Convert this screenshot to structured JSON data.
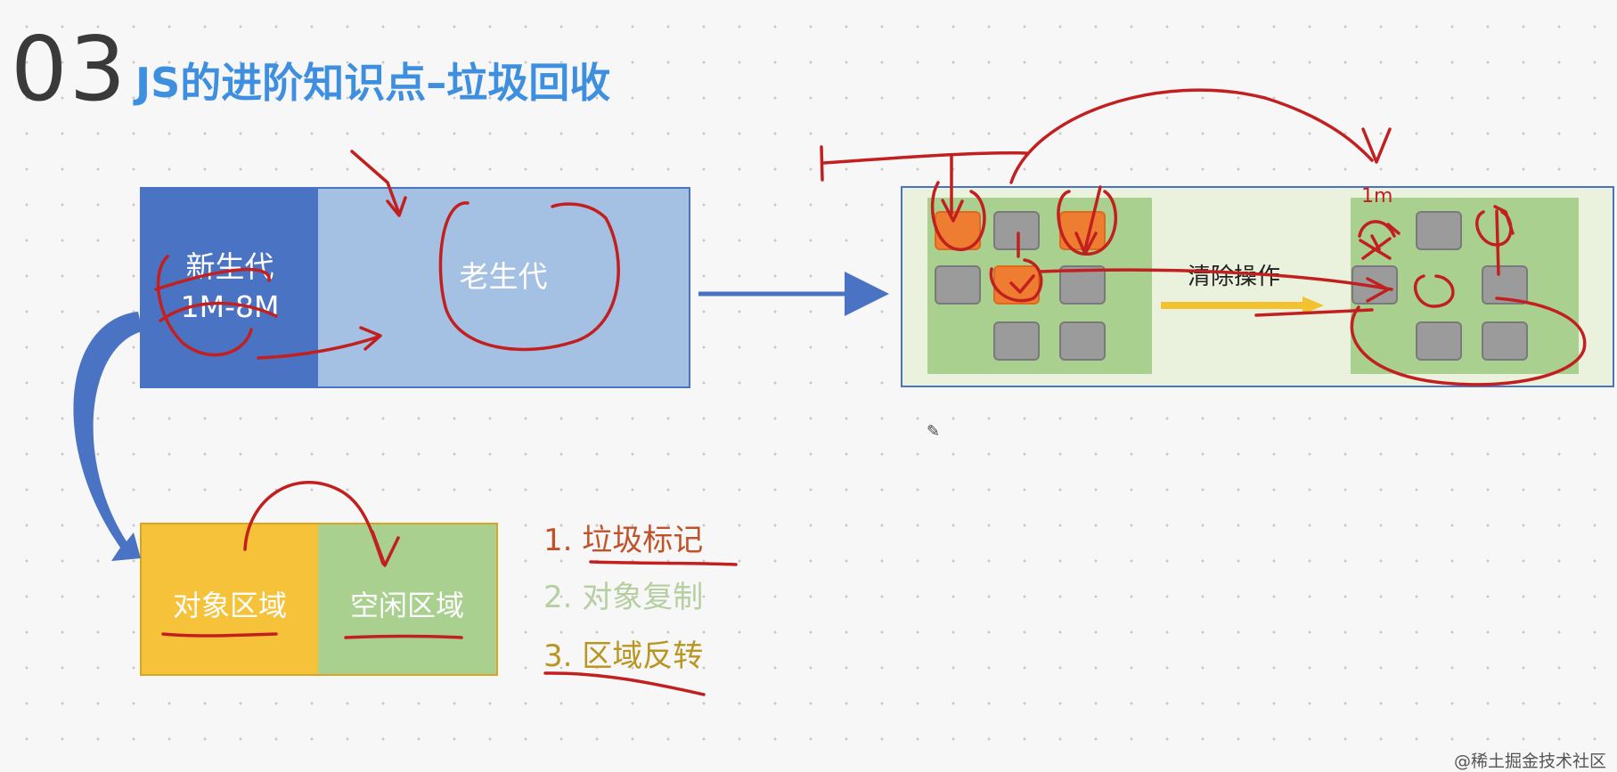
{
  "header": {
    "number": "03",
    "title": "JS的进阶知识点–垃圾回收"
  },
  "heap": {
    "new_gen_label": "新生代",
    "new_gen_size": "1M-8M",
    "old_gen_label": "老生代"
  },
  "young_space": {
    "object_area": "对象区域",
    "free_area": "空闲区域"
  },
  "steps": [
    {
      "label": "1.  垃圾标记",
      "color": "#c0532a"
    },
    {
      "label": "2.  对象复制",
      "color": "#b5cfa0"
    },
    {
      "label": "3.  区域反转",
      "color": "#b99622"
    }
  ],
  "cleanup": {
    "action_label": "清除操作",
    "before_cells": [
      "orange",
      "gray",
      "orange",
      "gray",
      "orange",
      "gray",
      "gray",
      "gray"
    ],
    "after_cells": [
      "gray",
      "gray",
      "gray",
      "gray",
      "gray"
    ]
  },
  "annotations": {
    "mem_mark": "1m"
  },
  "colors": {
    "new_gen": "#4b73c4",
    "old_gen": "#a4c1e3",
    "object_area": "#f6c23a",
    "free_area": "#a9d08e",
    "garbage": "#ee7d31",
    "live": "#9b9b9b",
    "ink": "#c21f1f"
  },
  "watermark": "@稀土掘金技术社区"
}
